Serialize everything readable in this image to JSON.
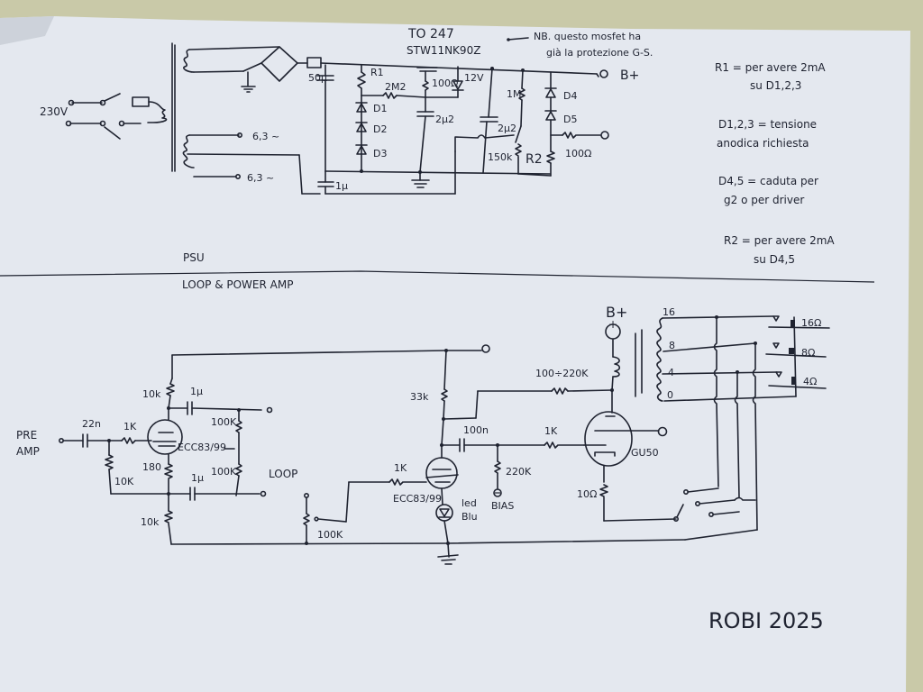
{
  "sheet": {
    "signature": "ROBI 2025",
    "colors": {
      "paper": "#e6e9f0",
      "ink": "#1f2330",
      "background_wall": "#c9c9a8"
    }
  },
  "psu": {
    "section_label": "PSU",
    "mains_label": "230V",
    "heater_1": "6,3 ~",
    "heater_2": "6,3 ~",
    "reservoir_cap": "50µ",
    "bottom_cap": "1µ",
    "mosfet_package": "TO 247",
    "mosfet_part": "STW11NK90Z",
    "note_line1": "NB. questo mosfet ha",
    "note_line2": "già la protezione G-S.",
    "r1": "R1",
    "r_2m2": "2M2",
    "d1": "D1",
    "d2": "D2",
    "d3": "D3",
    "gate_res": "100Ω",
    "zener": "12V",
    "gate_cap": "2µ2",
    "out_cap": "2µ2",
    "r_1m": "1M",
    "r_150k": "150k",
    "r2": "R2",
    "d4": "D4",
    "d5": "D5",
    "r_100ohm": "100Ω",
    "bplus": "B+"
  },
  "notes": [
    {
      "line1": "R1 = per avere 2mA",
      "line2": "su D1,2,3"
    },
    {
      "line1": "D1,2,3 = tensione",
      "line2": "anodica richiesta"
    },
    {
      "line1": "D4,5 = caduta per",
      "line2": "g2 o per driver"
    },
    {
      "line1": "R2 = per avere 2mA",
      "line2": "su D4,5"
    }
  ],
  "amp": {
    "section_label": "LOOP & POWER AMP",
    "input_label_1": "PRE",
    "input_label_2": "AMP",
    "c_in": "22n",
    "r_grid1": "1K",
    "r_in": "10K",
    "r_plate1": "10k",
    "c_out1": "1µ",
    "r_cath1": "180",
    "r_cath2": "10k",
    "c_ret": "1µ",
    "tube1": "ECC83/99",
    "r_send": "100K",
    "r_ret": "100K",
    "loop_label": "LOOP",
    "pot": "100K",
    "r_grid2": "1K",
    "r_plate2": "33k",
    "tube2": "ECC83/99",
    "led": "led",
    "led_color": "Blu",
    "c_couple": "100n",
    "r_bias": "220K",
    "bias_label": "BIAS",
    "r_fb": "100÷220K",
    "r_grid3": "1K",
    "power_tube": "GU50",
    "r_cath3": "10Ω",
    "bplus": "B+",
    "taps": [
      "16",
      "8",
      "4",
      "0"
    ],
    "outputs": [
      "16Ω",
      "8Ω",
      "4Ω"
    ]
  }
}
